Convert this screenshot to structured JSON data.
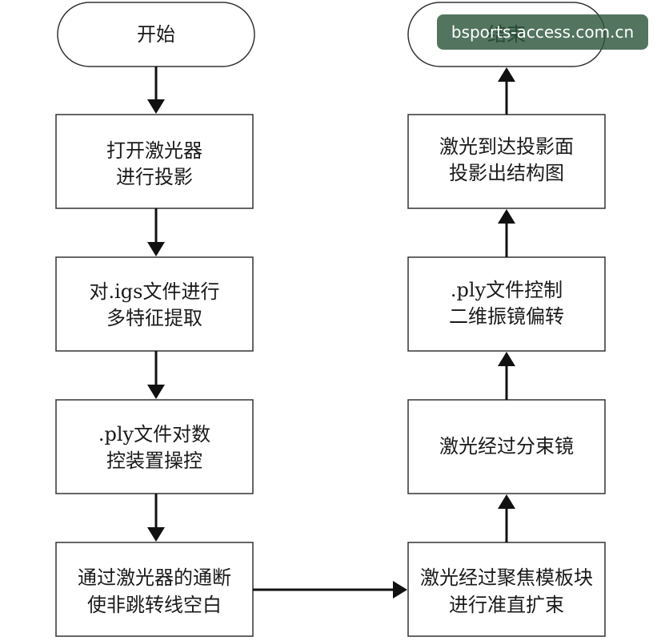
{
  "nodes": {
    "start": "开始",
    "end": "结束",
    "s1_line1": "打开激光器",
    "s1_line2": "进行投影",
    "s2_line1": "对.igs文件进行",
    "s2_line2": "多特征提取",
    "s3_line1": ".ply文件对数",
    "s3_line2": "控装置操控",
    "s4_line1": "通过激光器的通断",
    "s4_line2": "使非跳转线空白",
    "s5_line1": "激光经过聚焦模板块",
    "s5_line2": "进行准直扩束",
    "s6_line1": "激光经过分束镜",
    "s7_line1": ".ply文件控制",
    "s7_line2": "二维振镜偏转",
    "s8_line1": "激光到达投影面",
    "s8_line2": "投影出结构图"
  },
  "watermark": "bsports-access.com.cn"
}
